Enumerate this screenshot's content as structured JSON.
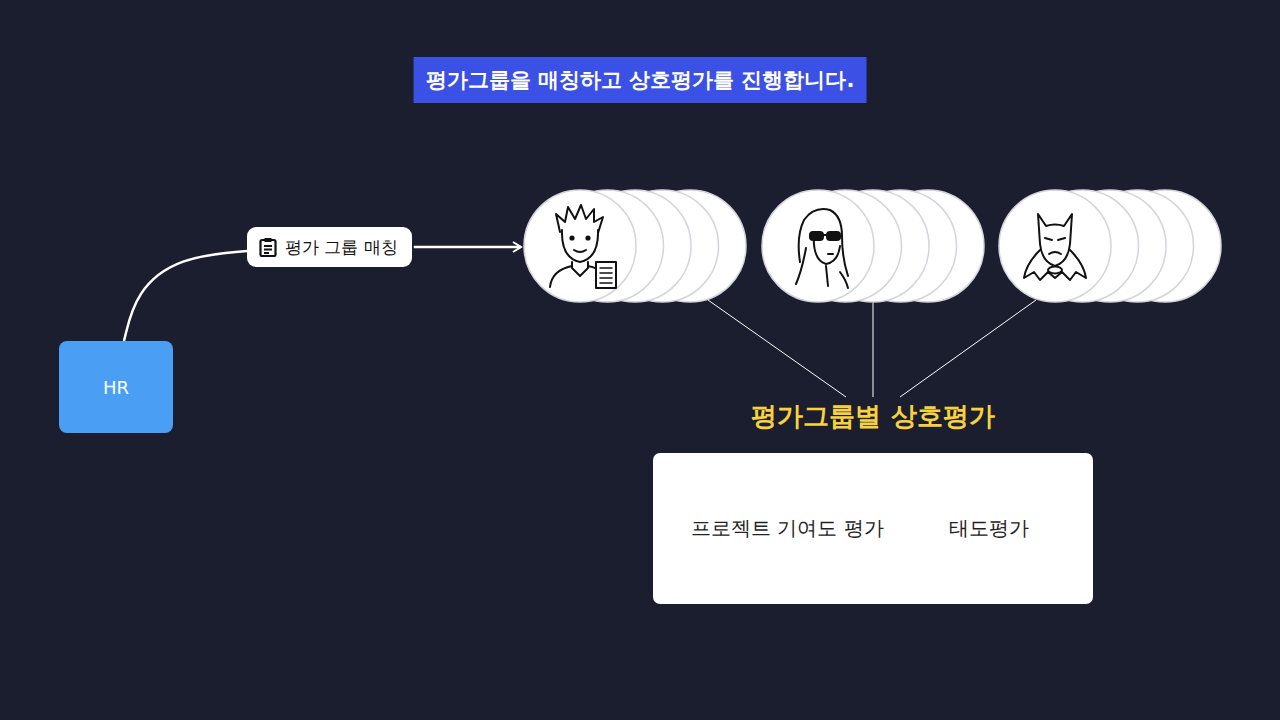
{
  "diagram": {
    "title": "평가그룹을 매칭하고 상호평가를 진행합니다.",
    "nodes": [
      {
        "text": [
          "HR"
        ]
      },
      {
        "text": [
          "평가 그룹 매칭"
        ]
      },
      {
        "text": [
          "프로젝트 기여도 평가"
        ]
      },
      {
        "text": [
          "태도평가"
        ]
      }
    ],
    "edges": [
      {
        "from": 0,
        "to": 1,
        "arrow": "none"
      }
    ],
    "labels": [
      "평가그룹별 상호평가"
    ]
  }
}
